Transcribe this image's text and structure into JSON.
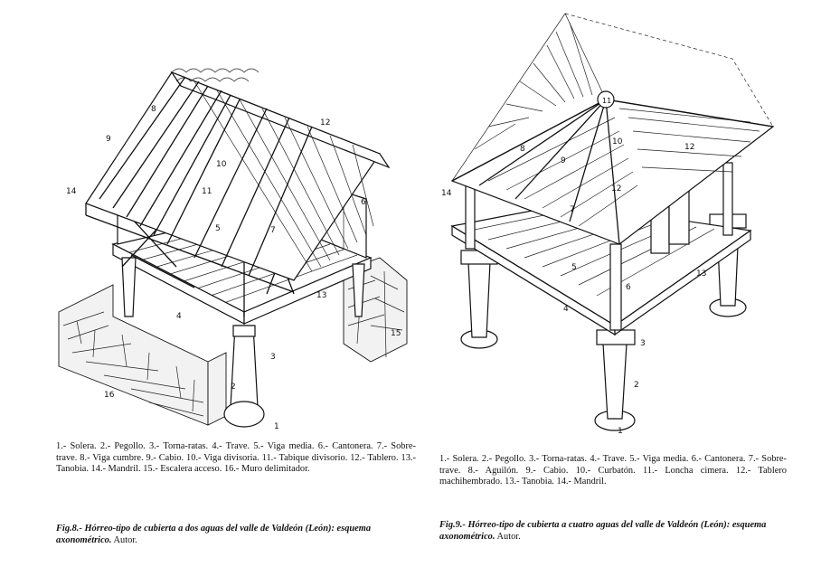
{
  "figure8": {
    "labels": [
      "1",
      "2",
      "3",
      "4",
      "5",
      "6",
      "7",
      "8",
      "9",
      "10",
      "11",
      "12",
      "13",
      "14",
      "15",
      "16"
    ],
    "legend": "1.- Solera. 2.- Pegollo. 3.- Torna-ratas. 4.- Trave. 5.- Viga media. 6.- Cantonera. 7.- Sobre-trave. 8.- Viga cumbre. 9.- Cabio. 10.- Viga divisoria. 11.- Tabique divisorio. 12.- Tablero. 13.- Tanobia. 14.- Mandril. 15.- Escalera acceso. 16.- Muro delimitador.",
    "title_italic": "Fig.8.- Hórreo-tipo de cubierta a dos aguas del valle de Valdeón (León): esquema axonométrico.",
    "title_author": " Autor."
  },
  "figure9": {
    "labels": [
      "1",
      "2",
      "3",
      "4",
      "5",
      "6",
      "7",
      "8",
      "9",
      "10",
      "11",
      "12",
      "12",
      "13",
      "14"
    ],
    "legend": "1.- Solera. 2.- Pegollo. 3.- Torna-ratas. 4.- Trave. 5.- Viga media. 6.- Cantonera. 7.- Sobre-trave. 8.- Aguilón. 9.- Cabio. 10.- Curbatón. 11.- Loncha cimera. 12.- Tablero machihembrado. 13.- Tanobia. 14.- Mandril.",
    "title_italic": "Fig.9.- Hórreo-tipo de cubierta a cuatro aguas del valle de Valdeón (León): esquema axonométrico.",
    "title_author": " Autor."
  }
}
